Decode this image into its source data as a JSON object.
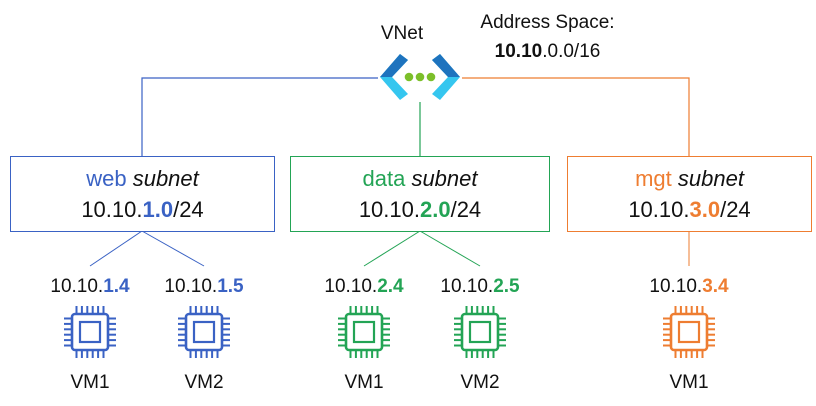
{
  "vnet": {
    "label": "VNet",
    "address_space_label": "Address Space:",
    "address_bold": "10.10",
    "address_rest": ".0.0/16"
  },
  "colors": {
    "web": "#3a62c4",
    "data": "#23a455",
    "mgt": "#ee7d31",
    "vnet_cyan": "#35c6ef",
    "vnet_blue": "#1e73be",
    "vnet_dots": "#7cbf2a"
  },
  "subnets": [
    {
      "id": "web",
      "name": "web",
      "suffix": "subnet",
      "cidr_prefix": "10.10.",
      "cidr_highlight": "1.0",
      "cidr_suffix": "/24",
      "vms": [
        {
          "ip_prefix": "10.10.",
          "ip_highlight": "1.4",
          "label": "VM1"
        },
        {
          "ip_prefix": "10.10.",
          "ip_highlight": "1.5",
          "label": "VM2"
        }
      ]
    },
    {
      "id": "data",
      "name": "data",
      "suffix": "subnet",
      "cidr_prefix": "10.10.",
      "cidr_highlight": "2.0",
      "cidr_suffix": "/24",
      "vms": [
        {
          "ip_prefix": "10.10.",
          "ip_highlight": "2.4",
          "label": "VM1"
        },
        {
          "ip_prefix": "10.10.",
          "ip_highlight": "2.5",
          "label": "VM2"
        }
      ]
    },
    {
      "id": "mgt",
      "name": "mgt",
      "suffix": "subnet",
      "cidr_prefix": "10.10.",
      "cidr_highlight": "3.0",
      "cidr_suffix": "/24",
      "vms": [
        {
          "ip_prefix": "10.10.",
          "ip_highlight": "3.4",
          "label": "VM1"
        }
      ]
    }
  ]
}
